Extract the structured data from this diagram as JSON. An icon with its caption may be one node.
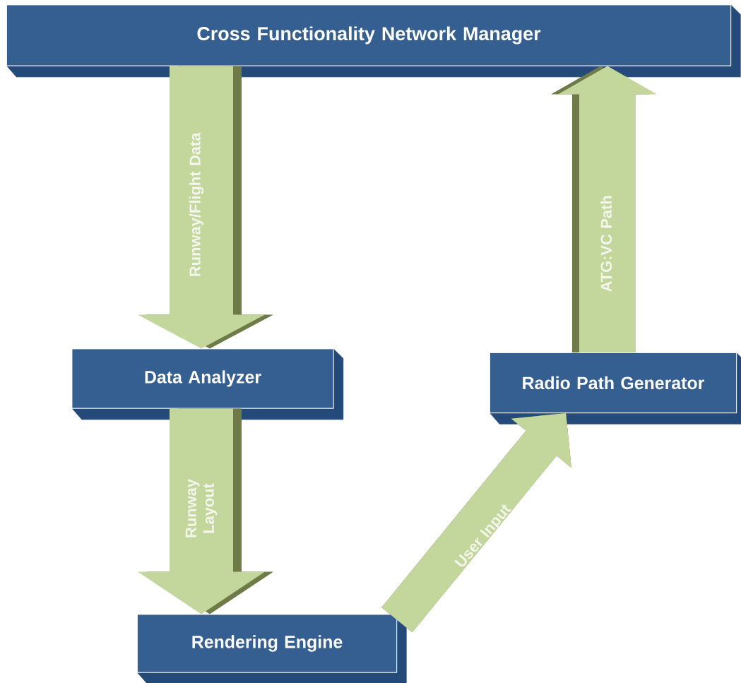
{
  "diagram": {
    "nodes": [
      {
        "text": [
          "Cross Functionality Network Manager"
        ]
      },
      {
        "text": [
          "Data Analyzer"
        ]
      },
      {
        "text": [
          "Rendering Engine"
        ]
      },
      {
        "text": [
          "Radio Path Generator"
        ]
      }
    ],
    "edges": [
      {
        "from": 0,
        "to": 1,
        "arrow": "to",
        "label": "Runway/Flight Data"
      },
      {
        "from": 1,
        "to": 2,
        "arrow": "to",
        "label": "Runway Layout"
      },
      {
        "from": 2,
        "to": 3,
        "arrow": "to",
        "label": "User Input"
      },
      {
        "from": 3,
        "to": 0,
        "arrow": "to",
        "label": "ATG:VC Path"
      }
    ]
  }
}
